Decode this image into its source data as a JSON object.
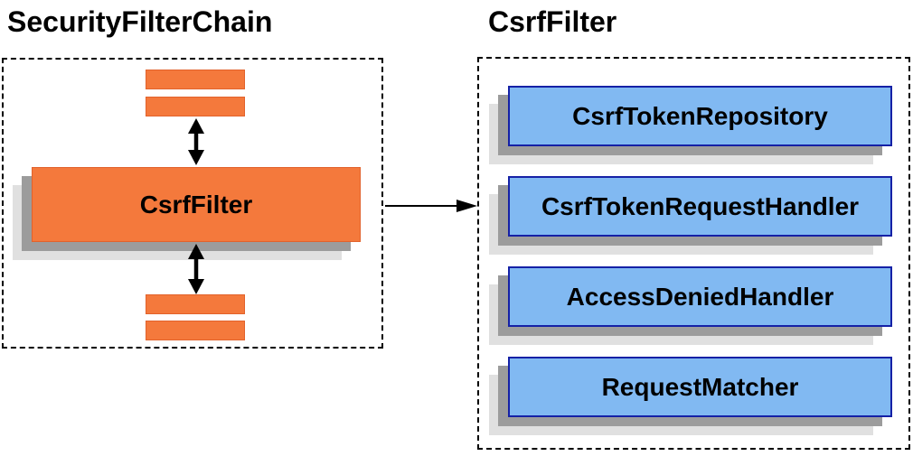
{
  "left_panel": {
    "title": "SecurityFilterChain",
    "node_label": "CsrfFilter"
  },
  "right_panel": {
    "title": "CsrfFilter",
    "components": [
      "CsrfTokenRepository",
      "CsrfTokenRequestHandler",
      "AccessDeniedHandler",
      "RequestMatcher"
    ]
  },
  "colors": {
    "orange_fill": "#F4793C",
    "orange_border": "#E2622B",
    "blue_fill": "#81B9F2",
    "blue_border": "#1521A6",
    "shadow_dark": "#9C9C9C",
    "shadow_light": "#E0E0E0",
    "line": "#000000"
  }
}
